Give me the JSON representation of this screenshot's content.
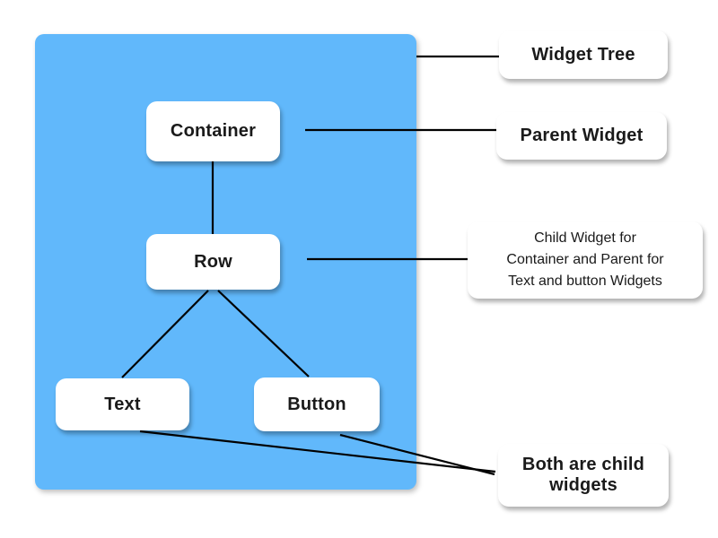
{
  "colors": {
    "panel_blue": "#61B8FB",
    "box_white": "#ffffff",
    "line_black": "#000000",
    "text_dark": "#1a1a1a"
  },
  "tree": {
    "nodes": {
      "container": {
        "label": "Container"
      },
      "row": {
        "label": "Row"
      },
      "text": {
        "label": "Text"
      },
      "button": {
        "label": "Button"
      }
    }
  },
  "annotations": {
    "widget_tree": {
      "label": "Widget Tree"
    },
    "parent_widget": {
      "label": "Parent Widget"
    },
    "child_note": {
      "lines": [
        "Child Widget for",
        "Container and Parent for",
        "Text and button Widgets"
      ]
    },
    "both_children": {
      "label": "Both are child widgets"
    }
  }
}
